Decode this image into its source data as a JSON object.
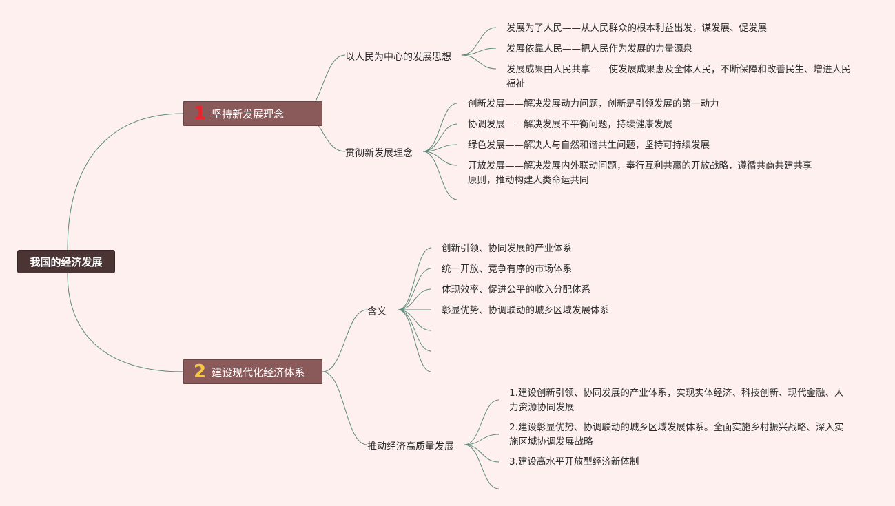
{
  "root": {
    "label": "我国的经济发展"
  },
  "branch1": {
    "number": "1",
    "label": "坚持新发展理念",
    "sub1": {
      "label": "以人民为中心的发展思想",
      "items": [
        "发展为了人民——从人民群众的根本利益出发，谋发展、促发展",
        "发展依靠人民——把人民作为发展的力量源泉",
        "发展成果由人民共享——使发展成果惠及全体人民，不断保障和改善民生、增进人民福祉"
      ]
    },
    "sub2": {
      "label": "贯彻新发展理念",
      "items": [
        "创新发展——解决发展动力问题，创新是引领发展的第一动力",
        "协调发展——解决发展不平衡问题，持续健康发展",
        "绿色发展——解决人与自然和谐共生问题，坚持可持续发展",
        "开放发展——解决发展内外联动问题，奉行互利共赢的开放战略，遵循共商共建共享原则，推动构建人类命运共同"
      ]
    }
  },
  "branch2": {
    "number": "2",
    "label": "建设现代化经济体系",
    "sub1": {
      "label": "含义",
      "items": [
        "创新引领、协同发展的产业体系",
        "统一开放、竞争有序的市场体系",
        "体现效率、促进公平的收入分配体系",
        "彰显优势、协调联动的城乡区域发展体系"
      ]
    },
    "sub2": {
      "label": "推动经济高质量发展",
      "items": [
        "1.建设创新引领、协同发展的产业体系，实现实体经济、科技创新、现代金融、人力资源协同发展",
        "2.建设彰显优势、协调联动的城乡区域发展体系。全面实施乡村振兴战略、深入实施区域协调发展战略",
        "3.建设高水平开放型经济新体制"
      ]
    }
  },
  "colors": {
    "line": "#5b8a7a",
    "root": "#4a3434",
    "main": "#8a5a5a"
  }
}
